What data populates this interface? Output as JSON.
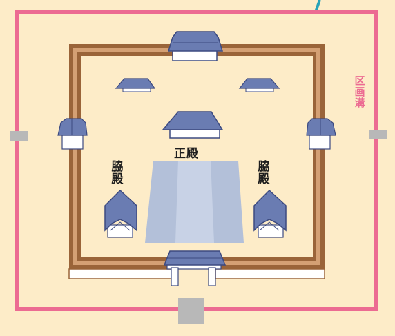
{
  "labels": {
    "main_hall": "正殿",
    "left_side_hall": [
      "脇",
      "殿"
    ],
    "right_side_hall": [
      "脇",
      "殿"
    ],
    "ditch": [
      "区",
      "画",
      "溝"
    ]
  },
  "colors": {
    "background": "#fdecc8",
    "ditch": "#ec6b92",
    "wall_outer": "#8e5b33",
    "wall_inner": "#c89266",
    "roof": "#6a7cb2",
    "roof_dark": "#3c4a80",
    "courtyard": "#aebcd6",
    "gate_post": "#b8b8b8",
    "leader_line": "#27a3b8"
  }
}
